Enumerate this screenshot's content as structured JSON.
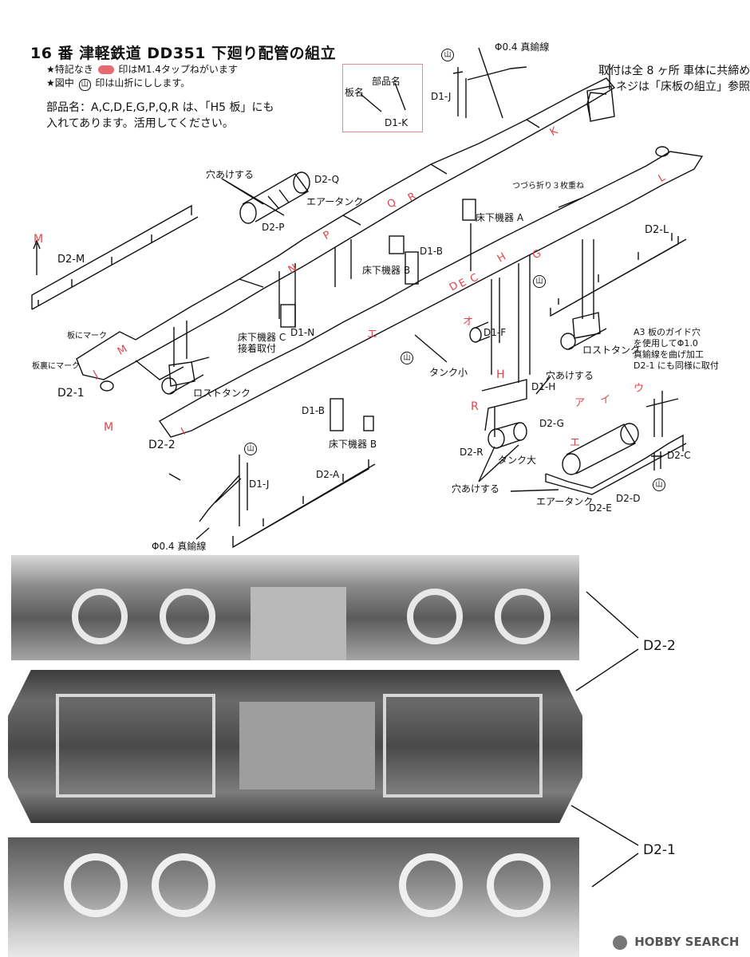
{
  "header": {
    "title": "16 番 津軽鉄道 DD351 下廻り配管の組立",
    "note_tap_prefix": "★特記なき",
    "note_tap_suffix": "印はM1.4タップねがいます",
    "note_fold_prefix": "★図中",
    "note_fold_symbol": "山",
    "note_fold_suffix": "印は山折にしします。",
    "parts_line1": "部品名：A,C,D,E,G,P,Q,R は、「H5 板」にも",
    "parts_line2": "入れてあります。活用してください。"
  },
  "legend_box": {
    "plate_name": "板名",
    "part_name": "部品名",
    "example": "D1-K"
  },
  "top_right_note": {
    "line1": "取付は全 8 ヶ所  車体に共締め",
    "line2": "ネジは「床板の組立」参照"
  },
  "labels": {
    "brass_wire_top": "Φ0.4 真鍮線",
    "brass_wire_bottom": "Φ0.4 真鍮線",
    "d1_j_top": "D1-J",
    "d1_j_bottom": "D1-J",
    "drill_hole_1": "穴あけする",
    "drill_hole_2": "穴あけする",
    "drill_hole_3": "穴あけする",
    "d2_q": "D2-Q",
    "air_tank_1": "エアータンク",
    "air_tank_2": "エアータンク",
    "d2_p": "D2-P",
    "d2_m": "D2-M",
    "m_top": "M",
    "m_bottom": "M",
    "underfloor_b1": "床下機器 B",
    "underfloor_b2": "床下機器 B",
    "underfloor_a": "床下機器 A",
    "underfloor_c": "床下機器 C",
    "glue_mount": "接着取付",
    "d1_b_top": "D1-B",
    "d1_b_bottom": "D1-B",
    "d1_n": "D1-N",
    "d1_f": "D1-F",
    "d1_h": "D1-H",
    "d2_g": "D2-G",
    "d2_l": "D2-L",
    "zigzag_fold": "つづら折り３枚重ね",
    "mark_on_plate": "板にマーク",
    "mark_on_back": "板裏にマーク",
    "d2_1": "D2-1",
    "d2_2": "D2-2",
    "lost_tank_1": "ロストタンク",
    "lost_tank_2": "ロストタンク",
    "small_tank": "タンク小",
    "large_tank": "タンク大",
    "guide_note_1": "A3 板のガイド穴",
    "guide_note_2": "を使用してΦ1.0",
    "guide_note_3": "真鍮線を曲げ加工",
    "guide_note_4": "D2-1 にも同様に取付",
    "d2_a": "D2-A",
    "d2_r": "D2-R",
    "d2_c": "D2-C",
    "d2_d": "D2-D",
    "d2_e": "D2-E",
    "r_mark": "R",
    "h_mark": "H",
    "photo_d2_2": "D2-2",
    "photo_d2_1": "D2-1"
  },
  "red_marks": [
    "P",
    "Q",
    "R",
    "N",
    "L",
    "M",
    "K",
    "H",
    "G",
    "D",
    "E",
    "C",
    "J",
    "I",
    "エ",
    "オ",
    "ア",
    "イ",
    "ウ",
    "エ"
  ],
  "watermark": "HOBBY SEARCH",
  "colors": {
    "accent_red": "#e0454d",
    "ink": "#111111",
    "photo_bg": "#6f6f6f"
  }
}
